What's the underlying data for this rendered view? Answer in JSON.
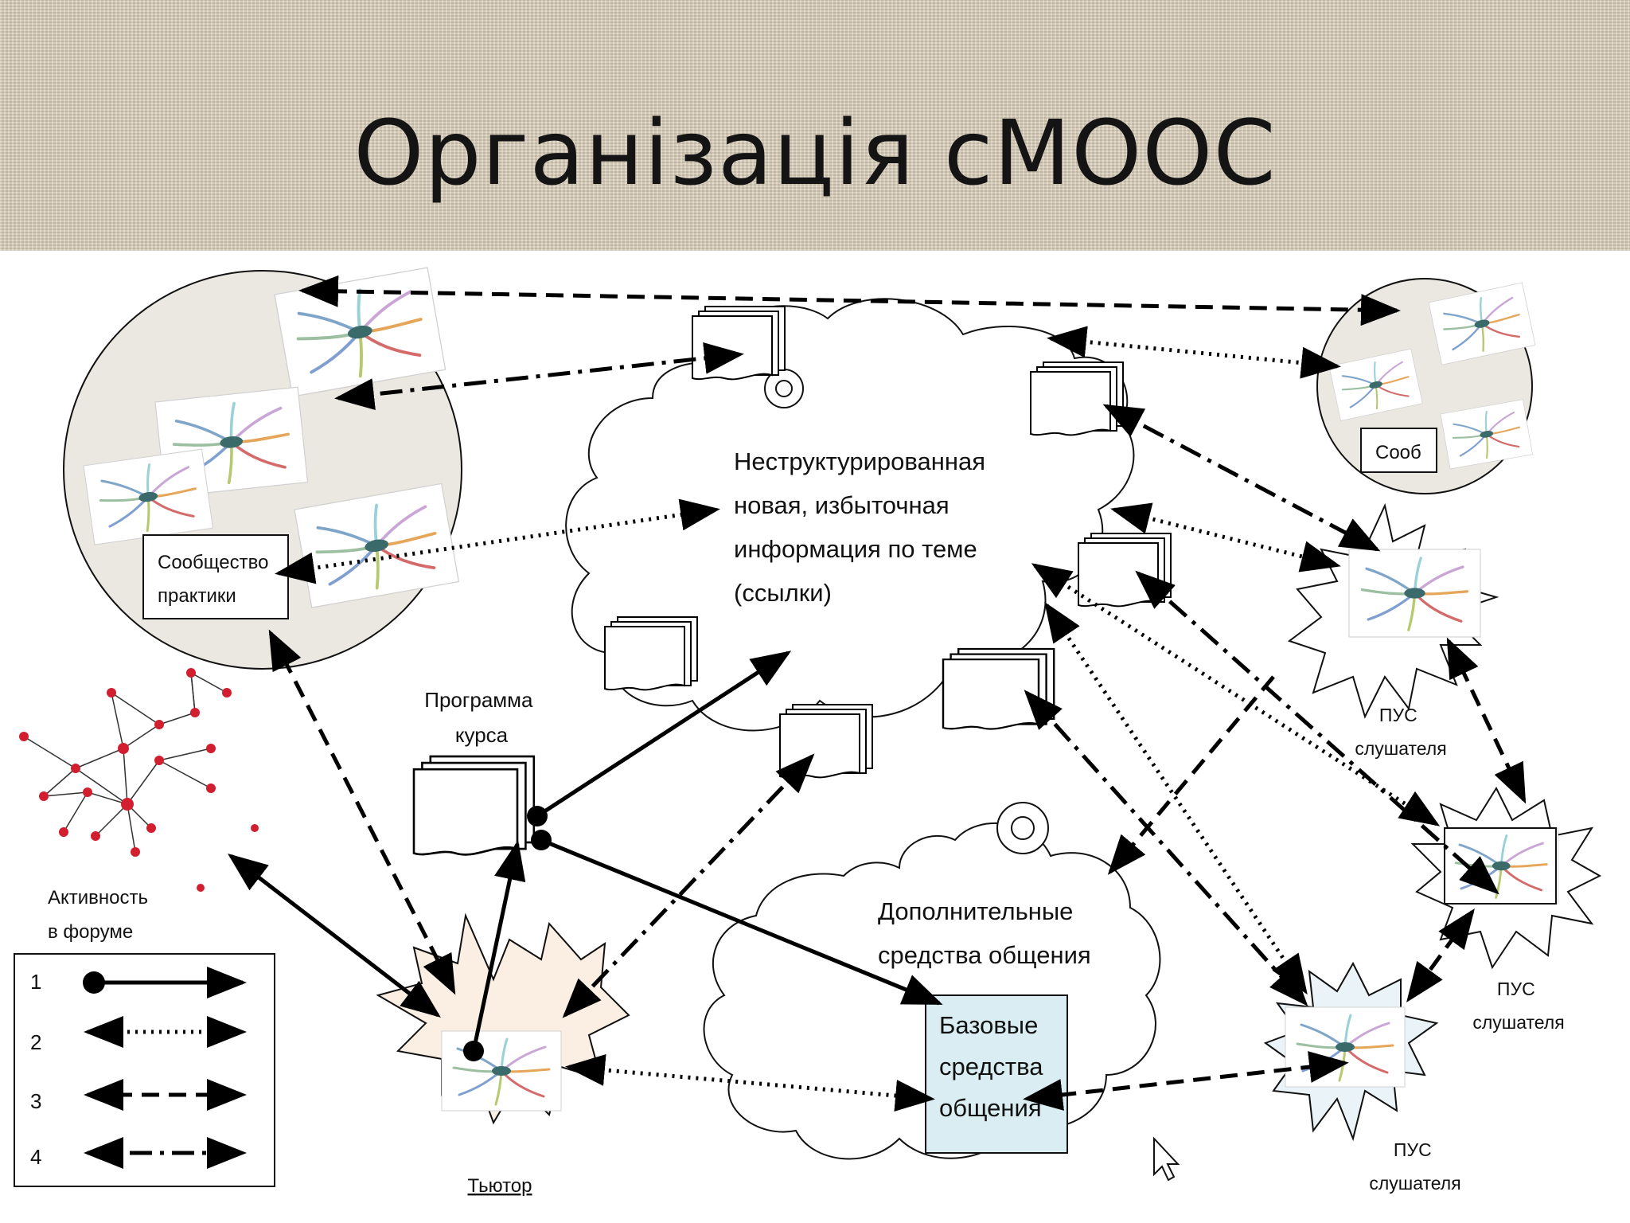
{
  "slide": {
    "title": "Організація сМООС"
  },
  "diagram": {
    "cloud_main": {
      "lines": [
        "Неструктурированная",
        "новая, избыточная",
        "информация по теме",
        "(ссылки)"
      ]
    },
    "cloud_extra": {
      "lines": [
        "Дополнительные",
        "средства общения"
      ]
    },
    "community_label": {
      "lines": [
        "Сообщество",
        "практики"
      ]
    },
    "small_community_label": "Сооб",
    "program_label": {
      "lines": [
        "Программа",
        "курса"
      ]
    },
    "forum_label": {
      "lines": [
        "Активность",
        "в форуме"
      ]
    },
    "base_tools_label": {
      "lines": [
        "Базовые",
        "средства",
        "общения"
      ]
    },
    "tutor_label": "Тьютор",
    "pus_labels": [
      {
        "lines": [
          "ПУС",
          "слушателя"
        ]
      },
      {
        "lines": [
          "ПУС",
          "слушателя"
        ]
      },
      {
        "lines": [
          "ПУС",
          "слушателя"
        ]
      }
    ],
    "legend": [
      {
        "num": "1",
        "style": "solid-dot"
      },
      {
        "num": "2",
        "style": "dotted"
      },
      {
        "num": "3",
        "style": "dashed"
      },
      {
        "num": "4",
        "style": "dash-dot"
      }
    ],
    "colors": {
      "base_box_fill": "#d9edf3",
      "tutor_star_fill": "#fbeee2",
      "pus_star_fill": "#eaf4f8",
      "circle_fill": "#ebe8e1",
      "node_red": "#d11f2f"
    }
  }
}
